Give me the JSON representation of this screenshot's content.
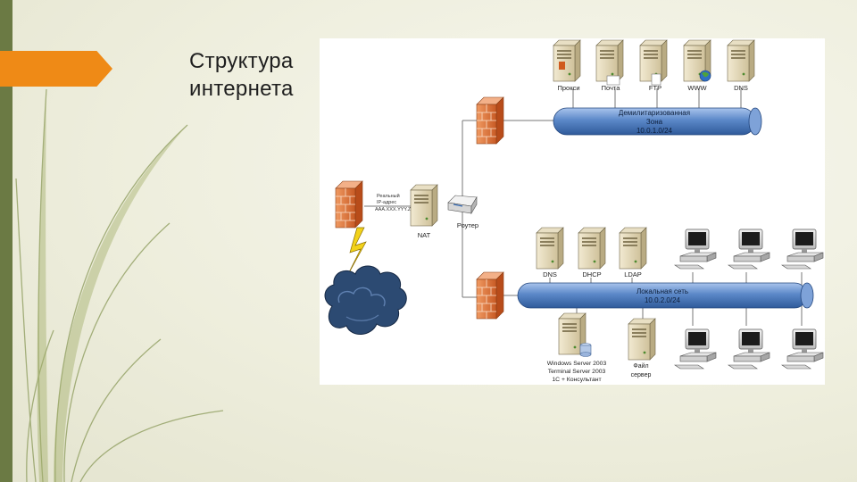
{
  "slide": {
    "title": "Структура\nинтернета"
  },
  "diagram": {
    "dmz_servers": [
      {
        "name": "dmz-proxy-server",
        "label": "Прокси"
      },
      {
        "name": "dmz-mail-server",
        "label": "Почта"
      },
      {
        "name": "dmz-ftp-server",
        "label": "FTP"
      },
      {
        "name": "dmz-www-server",
        "label": "WWW"
      },
      {
        "name": "dmz-dns-server",
        "label": "DNS"
      }
    ],
    "dmz_bus": {
      "line1": "Демилитаризованная",
      "line2": "Зона",
      "line3": "10.0.1.0/24"
    },
    "lan_bus": {
      "line1": "Локальная сеть",
      "line2": "10.0.2.0/24"
    },
    "lan_servers": [
      {
        "name": "lan-dns-server",
        "label": "DNS"
      },
      {
        "name": "lan-dhcp-server",
        "label": "DHCP"
      },
      {
        "name": "lan-ldap-server",
        "label": "LDAP"
      }
    ],
    "edge": {
      "ip_line1": "Реальный",
      "ip_line2": "IP-адрес",
      "ip_line3": "AAA.XXX.YYY.ZZZ",
      "nat_label": "NAT",
      "router_label": "Роутер"
    },
    "bottom_servers": {
      "windows_line1": "Windows Server 2003",
      "windows_line2": "Terminal Server 2003",
      "windows_line3": "1C + Консультант",
      "file_line1": "Файл",
      "file_line2": "сервер"
    },
    "colors": {
      "accent_orange": "#ef8a16",
      "sidebar_green": "#6b7a44",
      "bus_blue": "#5b88c8",
      "firewall_orange": "#e2753a",
      "cloud_navy": "#2c4a72",
      "lightning_yellow": "#f2d21a"
    }
  }
}
